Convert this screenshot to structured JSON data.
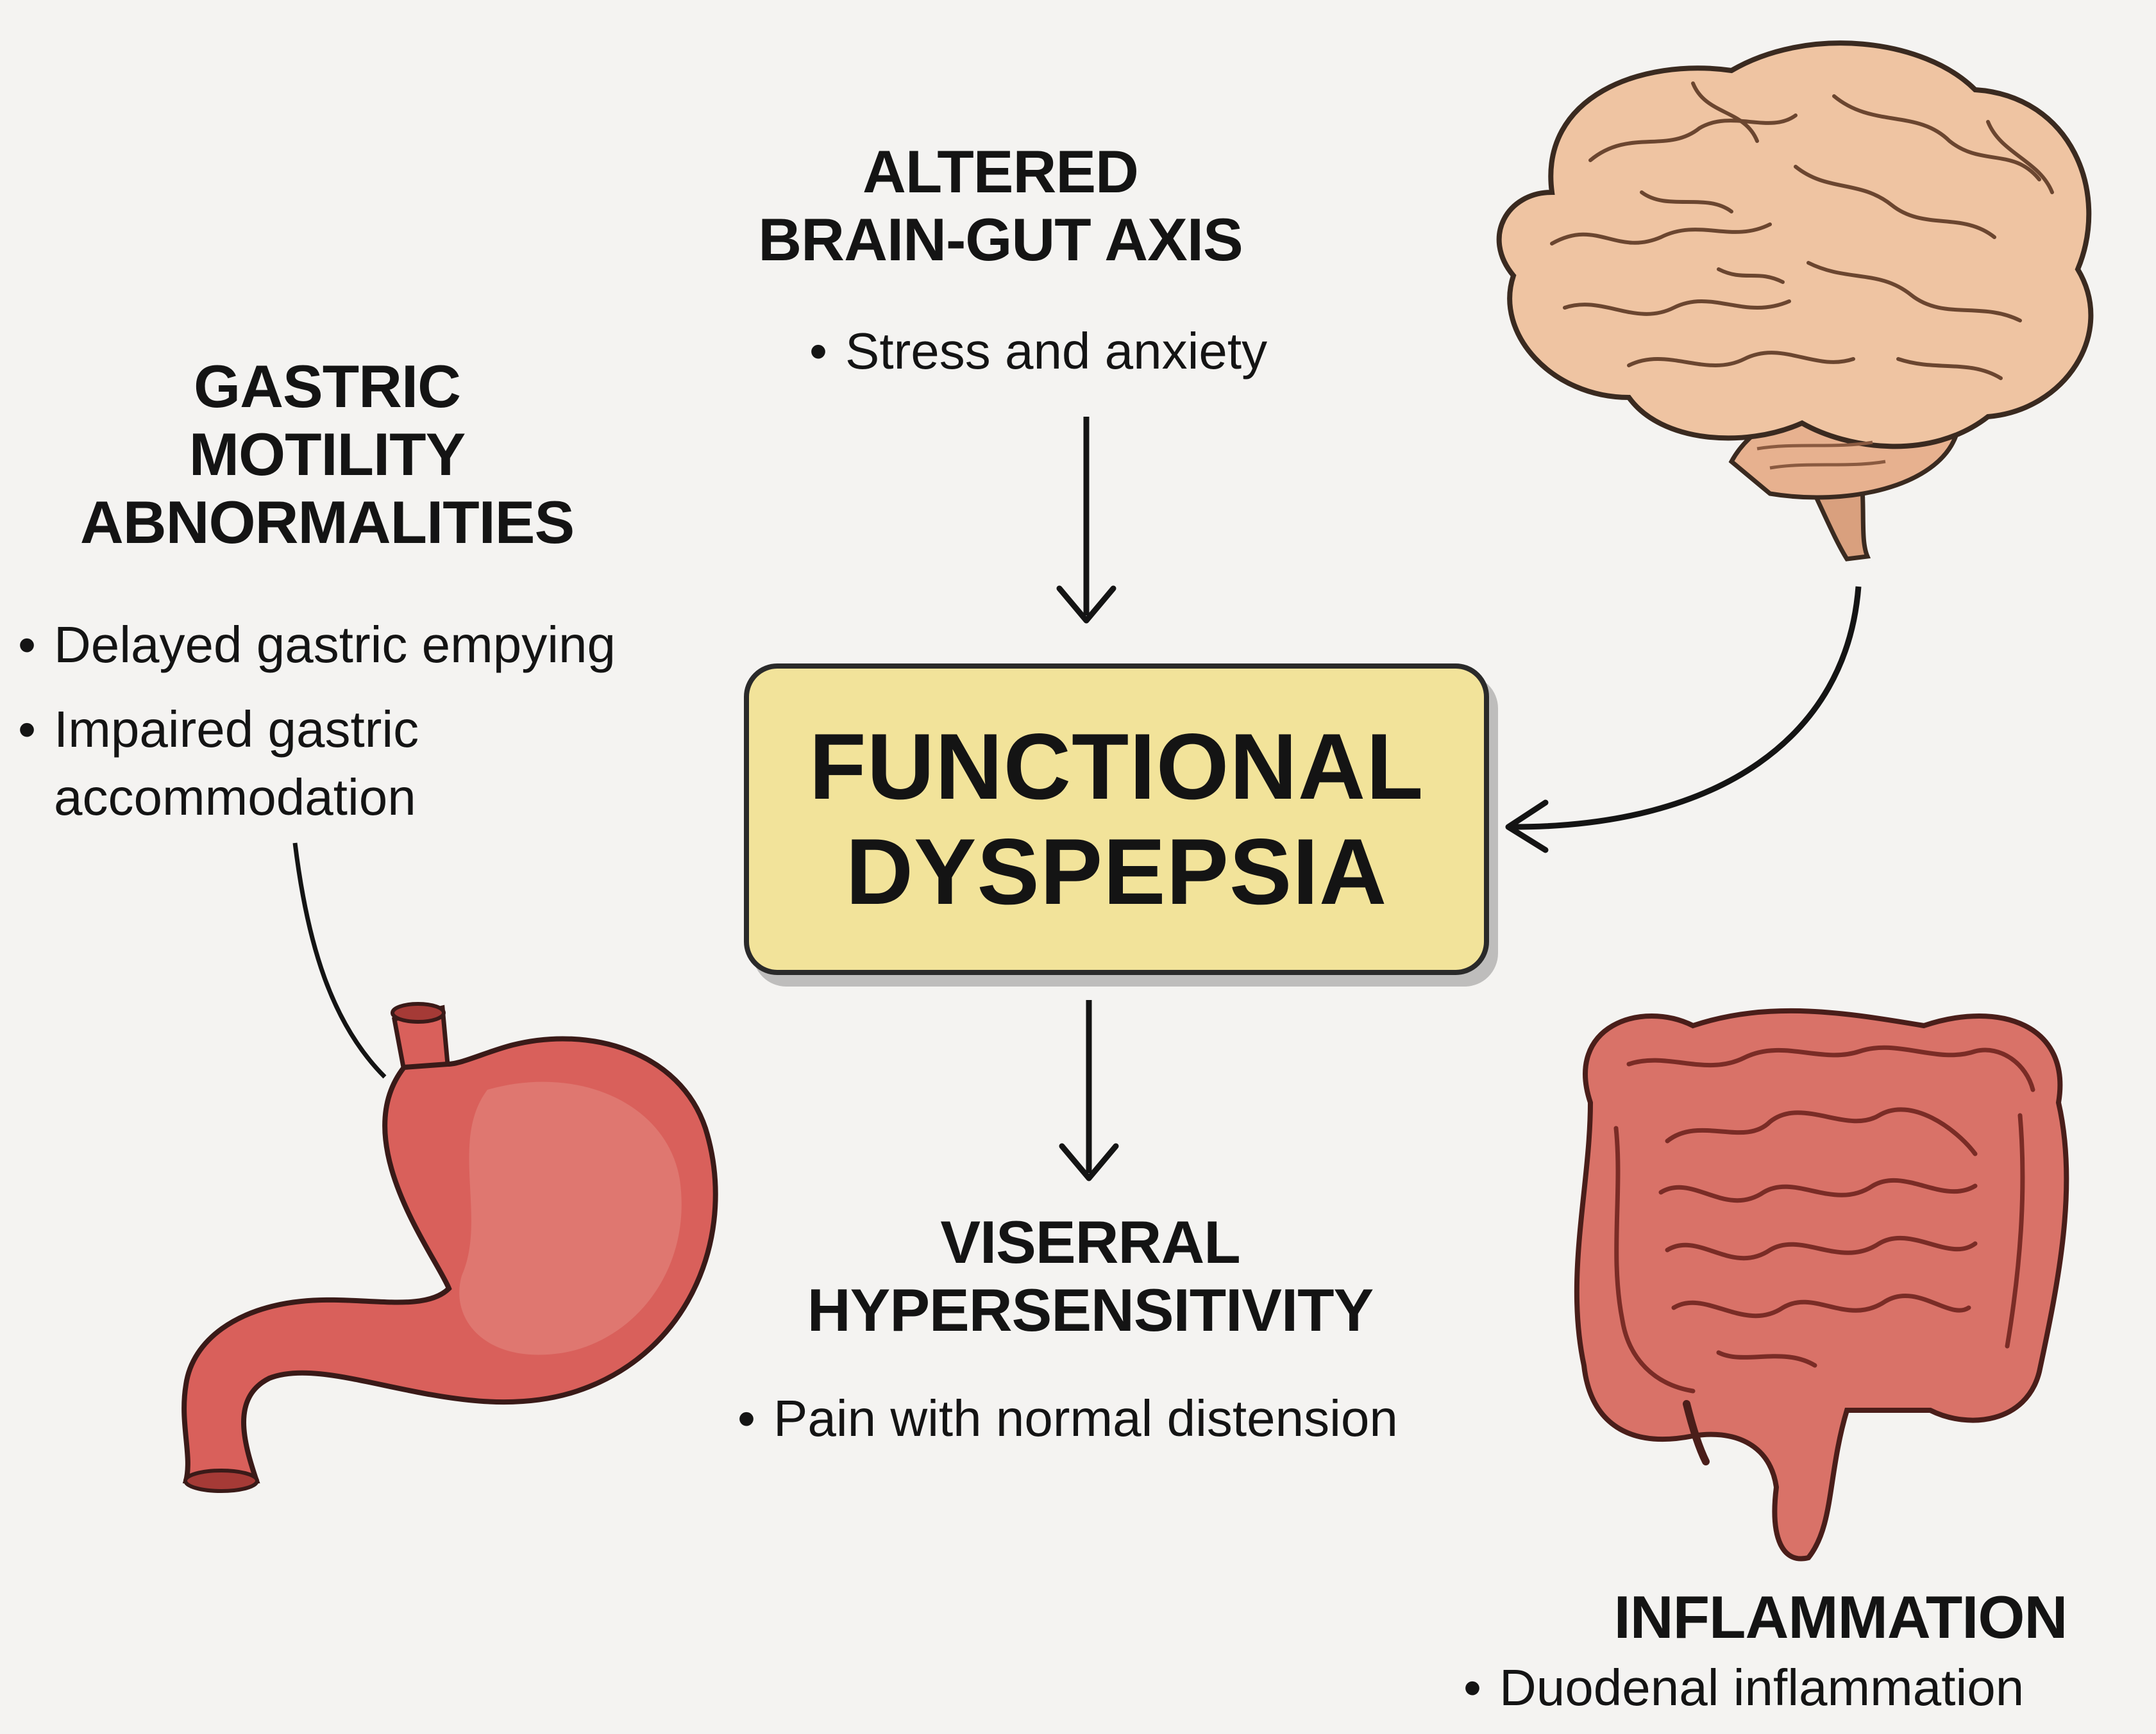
{
  "title": {
    "line1": "FUNCTIONAL",
    "line2": "DYSPEPSIA"
  },
  "factors": {
    "brain_gut": {
      "heading_line1": "ALTERED",
      "heading_line2": "BRAIN-GUT AXIS",
      "bullets": [
        "Stress and anxiety"
      ]
    },
    "motility": {
      "heading_line1": "GASTRIC",
      "heading_line2": "MOTILITY",
      "heading_line3": "ABNORMALITIES",
      "bullets": [
        "Delayed gastric empying",
        "Impaired gastric",
        "accommodation"
      ]
    },
    "visceral": {
      "heading_line1": "VISERRAL",
      "heading_line2": "HYPERSENSITIVITY",
      "bullets": [
        "Pain with normal distension"
      ]
    },
    "inflammation": {
      "heading_line1": "INFLAMMATION",
      "bullets": [
        "Duodenal inflammation"
      ]
    }
  },
  "bullet_glyph": "•",
  "colors": {
    "box_fill": "#f2e39a",
    "brain": "#efc4a2",
    "stomach": "#d9605b",
    "intestine": "#d97268",
    "ink": "#141414"
  },
  "icons": [
    "brain-icon",
    "stomach-icon",
    "intestines-icon",
    "arrow-down-icon",
    "curved-arrow-icon"
  ]
}
